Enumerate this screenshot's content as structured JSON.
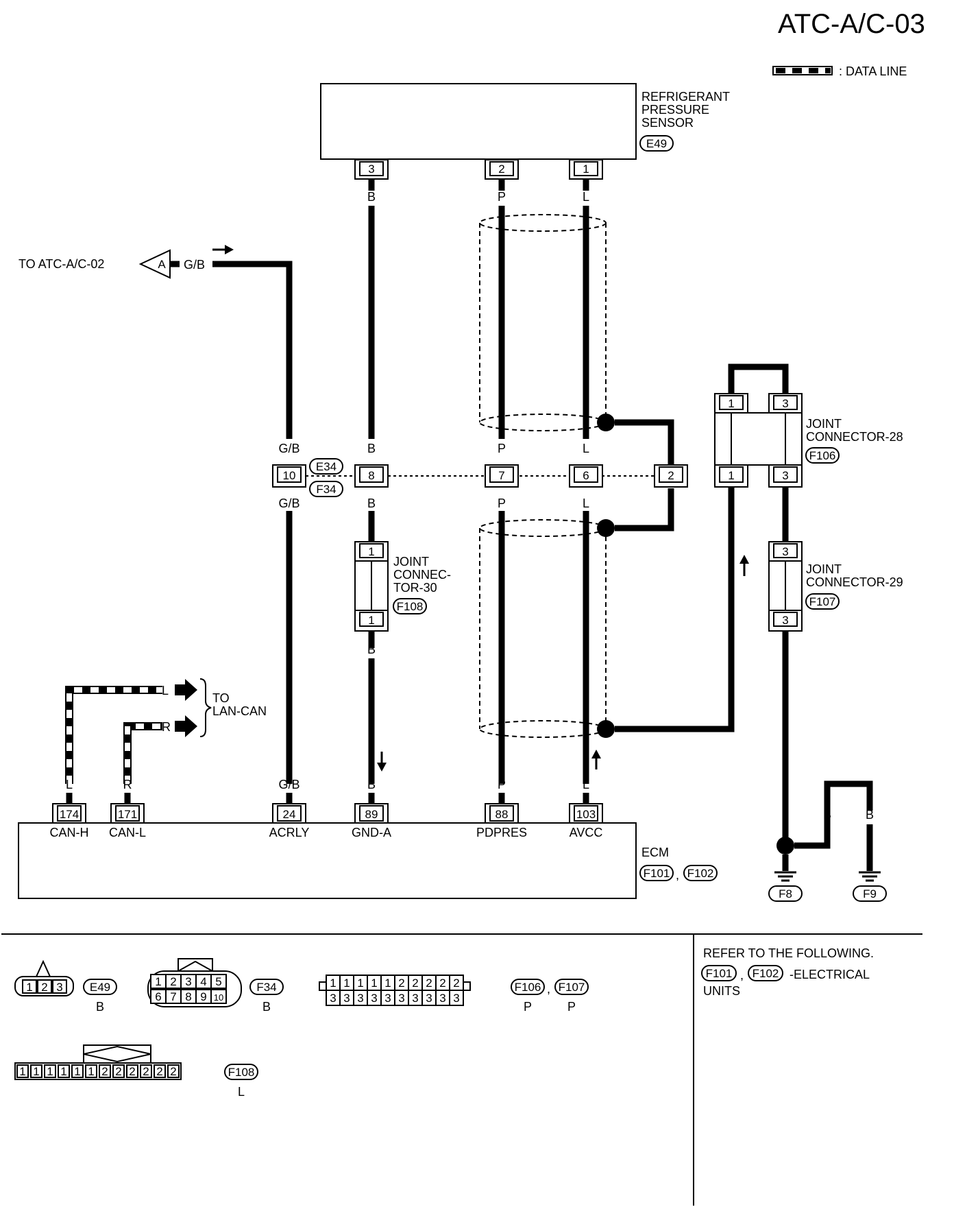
{
  "page_title": "ATC-A/C-03",
  "legend": {
    "data_line": ": DATA LINE"
  },
  "sensor": {
    "name": [
      "REFRIGERANT",
      "PRESSURE",
      "SENSOR"
    ],
    "connector": "E49",
    "pins": [
      "3",
      "2",
      "1"
    ],
    "wire_colors": [
      "B",
      "P",
      "L"
    ]
  },
  "offpage": {
    "text": "TO ATC-A/C-02",
    "letter": "A",
    "wire_color": "G/B"
  },
  "inline_connector": {
    "codes": [
      "E34",
      "F34"
    ],
    "pins": [
      "10",
      "8",
      "7",
      "6",
      "2"
    ],
    "colors_top": [
      "G/B",
      "B",
      "P",
      "L"
    ],
    "colors_bottom": [
      "G/B",
      "B",
      "P",
      "L"
    ]
  },
  "jc28": {
    "name": [
      "JOINT",
      "CONNECTOR-28"
    ],
    "code": "F106",
    "pins_top": [
      "1",
      "3"
    ],
    "pins_bottom": [
      "1",
      "3"
    ]
  },
  "jc29": {
    "name": [
      "JOINT",
      "CONNECTOR-29"
    ],
    "code": "F107",
    "pins": [
      "3",
      "3"
    ]
  },
  "jc30": {
    "name": [
      "JOINT",
      "CONNEC-",
      "TOR-30"
    ],
    "code": "F108",
    "pins": [
      "1",
      "1"
    ],
    "wire_color": "B"
  },
  "lan": {
    "text": [
      "TO",
      "LAN-CAN"
    ],
    "wires": [
      "L",
      "R"
    ]
  },
  "ecm": {
    "name": "ECM",
    "codes": [
      "F101",
      "F102"
    ],
    "separator": ",",
    "pins": [
      "174",
      "171",
      "24",
      "89",
      "88",
      "103"
    ],
    "terminals": [
      "CAN-H",
      "CAN-L",
      "ACRLY",
      "GND-A",
      "PDPRES",
      "AVCC"
    ],
    "wire_colors": [
      "L",
      "R",
      "G/B",
      "B",
      "P",
      "L"
    ]
  },
  "ground": {
    "wire_colors": [
      "B",
      "B"
    ],
    "codes": [
      "F8",
      "F9"
    ]
  },
  "connector_views": {
    "e49": {
      "pins": [
        "1",
        "2",
        "3"
      ],
      "code": "E49",
      "color": "B"
    },
    "f34": {
      "top": [
        "1",
        "2",
        "3",
        "4",
        "5"
      ],
      "bottom": [
        "6",
        "7",
        "8",
        "9",
        "10"
      ],
      "code": "F34",
      "color": "B"
    },
    "f106_107": {
      "top": [
        "1",
        "1",
        "1",
        "1",
        "1",
        "2",
        "2",
        "2",
        "2",
        "2"
      ],
      "bottom": [
        "3",
        "3",
        "3",
        "3",
        "3",
        "3",
        "3",
        "3",
        "3",
        "3"
      ],
      "codes": [
        "F106",
        "F107"
      ],
      "colors": [
        "P",
        "P"
      ],
      "separator": ","
    },
    "f108": {
      "pins": [
        "1",
        "1",
        "1",
        "1",
        "1",
        "1",
        "2",
        "2",
        "2",
        "2",
        "2",
        "2"
      ],
      "code": "F108",
      "color": "L"
    }
  },
  "refer": {
    "heading": "REFER TO THE FOLLOWING.",
    "codes": [
      "F101",
      "F102"
    ],
    "separator": ",",
    "text1": "-ELECTRICAL",
    "text2": "UNITS"
  }
}
